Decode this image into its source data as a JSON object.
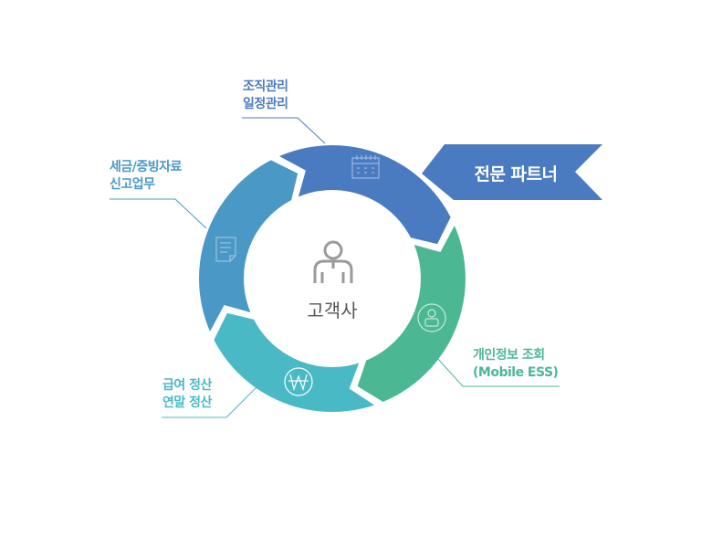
{
  "center": {
    "label": "고객사",
    "icon": "person-icon"
  },
  "banner": {
    "label": "전문 파트너",
    "color": "#4a7bc0"
  },
  "segments": [
    {
      "name": "org-schedule",
      "lines": [
        "조직관리",
        "일정관리"
      ],
      "icon": "calendar-icon",
      "color": "#4a7bc0"
    },
    {
      "name": "personal-info",
      "lines": [
        "개인정보 조회",
        "(Mobile ESS)"
      ],
      "icon": "user-circle-icon",
      "color": "#4cb893"
    },
    {
      "name": "payroll",
      "lines": [
        "급여 정산",
        "연말 정산"
      ],
      "icon": "won-icon",
      "color": "#4ab9c6"
    },
    {
      "name": "tax",
      "lines": [
        "세금/증빙자료",
        "신고업무"
      ],
      "icon": "document-icon",
      "color": "#4a98c6"
    }
  ]
}
